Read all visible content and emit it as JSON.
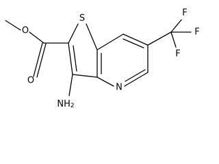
{
  "molecule": {
    "atoms": {
      "methoxy_o": "O",
      "carbonyl_o": "O",
      "sulfur": "S",
      "ring_n": "N",
      "amino": {
        "text": "NH",
        "subscript": "2"
      },
      "fluorine_top": "F",
      "fluorine_right": "F",
      "fluorine_lower": "F"
    },
    "colors": {
      "bond": "#000000",
      "label": "#000000",
      "background": "#ffffff"
    }
  }
}
